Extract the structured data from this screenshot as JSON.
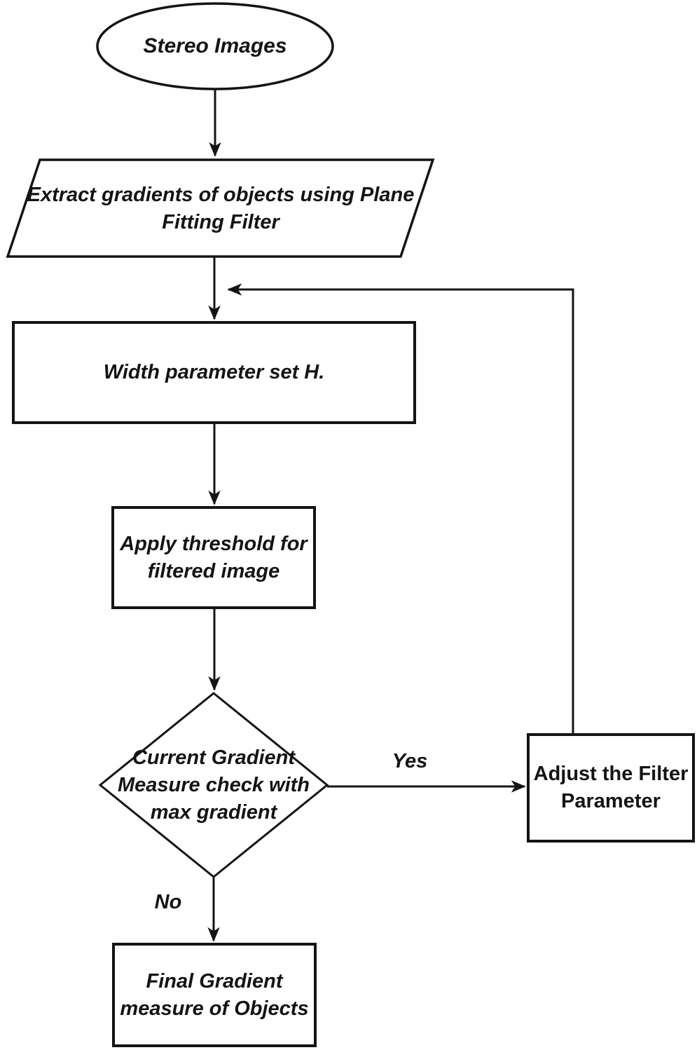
{
  "flowchart": {
    "nodes": {
      "stereo": {
        "shape": "ellipse",
        "label": "Stereo Images"
      },
      "extract": {
        "shape": "parallelogram",
        "label": "Extract gradients of  objects using Plane\nFitting Filter"
      },
      "width": {
        "shape": "rectangle",
        "label": "Width parameter set H."
      },
      "apply": {
        "shape": "rectangle",
        "label": "Apply threshold for\nfiltered image"
      },
      "decision": {
        "shape": "diamond",
        "label": "Current Gradient\nMeasure check with\nmax gradient"
      },
      "adjust": {
        "shape": "rectangle",
        "label": "Adjust the Filter\nParameter"
      },
      "final": {
        "shape": "rectangle",
        "label": "Final Gradient\nmeasure of Objects"
      }
    },
    "edge_labels": {
      "yes": "Yes",
      "no": "No"
    },
    "edges": [
      {
        "from": "stereo",
        "to": "extract",
        "label": ""
      },
      {
        "from": "extract",
        "to": "width",
        "label": ""
      },
      {
        "from": "width",
        "to": "apply",
        "label": ""
      },
      {
        "from": "apply",
        "to": "decision",
        "label": ""
      },
      {
        "from": "decision",
        "to": "adjust",
        "label": "Yes"
      },
      {
        "from": "decision",
        "to": "final",
        "label": "No"
      },
      {
        "from": "adjust",
        "to": "width",
        "label": ""
      }
    ],
    "colors": {
      "stroke": "#141414",
      "text": "#141414",
      "background": "#ffffff"
    }
  }
}
